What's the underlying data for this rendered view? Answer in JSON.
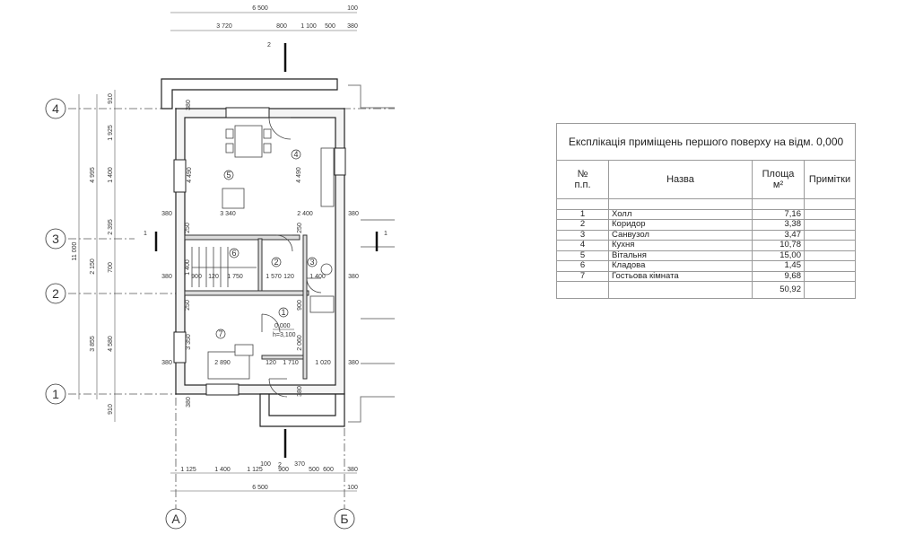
{
  "plan": {
    "axes": {
      "rows": [
        "1",
        "2",
        "3",
        "4"
      ],
      "cols": [
        "А",
        "Б"
      ]
    },
    "section_marks": [
      "1",
      "2"
    ],
    "dims_top": {
      "overall": "6 500",
      "overall_add": "100",
      "parts": [
        "3 720",
        "800",
        "1 100",
        "500",
        "380"
      ]
    },
    "dims_bottom": {
      "overall": "6 500",
      "overall_add": "100",
      "parts": [
        "1 125",
        "1 400",
        "1 125",
        "900",
        "500",
        "600",
        "380"
      ],
      "small": [
        "100",
        "370"
      ]
    },
    "dims_left": {
      "overall": "11 000",
      "level2": [
        "4 995",
        "2 150",
        "3 855"
      ],
      "level1": [
        "1 925",
        "1 400",
        "2 395",
        "700",
        "4 580"
      ],
      "outer": [
        "910",
        "910"
      ]
    },
    "room_numbers": [
      "1",
      "2",
      "3",
      "4",
      "5",
      "6",
      "7"
    ],
    "inner_dims": [
      "380",
      "4 490",
      "4 490",
      "3 340",
      "2 400",
      "380",
      "380",
      "250",
      "250",
      "1 750",
      "1 570",
      "120",
      "1 400",
      "380",
      "1 400",
      "900",
      "380",
      "120",
      "900",
      "250",
      "3 350",
      "2 060",
      "380",
      "2 890",
      "120",
      "1 710",
      "1 020",
      "380",
      "380",
      "380"
    ],
    "level_mark": {
      "value": "0,000",
      "abs": "h=3,100"
    }
  },
  "explication": {
    "title": "Експлікація приміщень першого поверху на відм. 0,000",
    "columns": {
      "no": "№\nп.п.",
      "name": "Назва",
      "area": "Площа\nм²",
      "notes": "Примітки"
    },
    "rows": [
      {
        "no": "1",
        "name": "Холл",
        "area": "7,16",
        "notes": ""
      },
      {
        "no": "2",
        "name": "Коридор",
        "area": "3,38",
        "notes": ""
      },
      {
        "no": "3",
        "name": "Санвузол",
        "area": "3,47",
        "notes": ""
      },
      {
        "no": "4",
        "name": "Кухня",
        "area": "10,78",
        "notes": ""
      },
      {
        "no": "5",
        "name": "Вітальня",
        "area": "15,00",
        "notes": ""
      },
      {
        "no": "6",
        "name": "Кладова",
        "area": "1,45",
        "notes": ""
      },
      {
        "no": "7",
        "name": "Гостьова кімната",
        "area": "9,68",
        "notes": ""
      }
    ],
    "total": "50,92"
  }
}
